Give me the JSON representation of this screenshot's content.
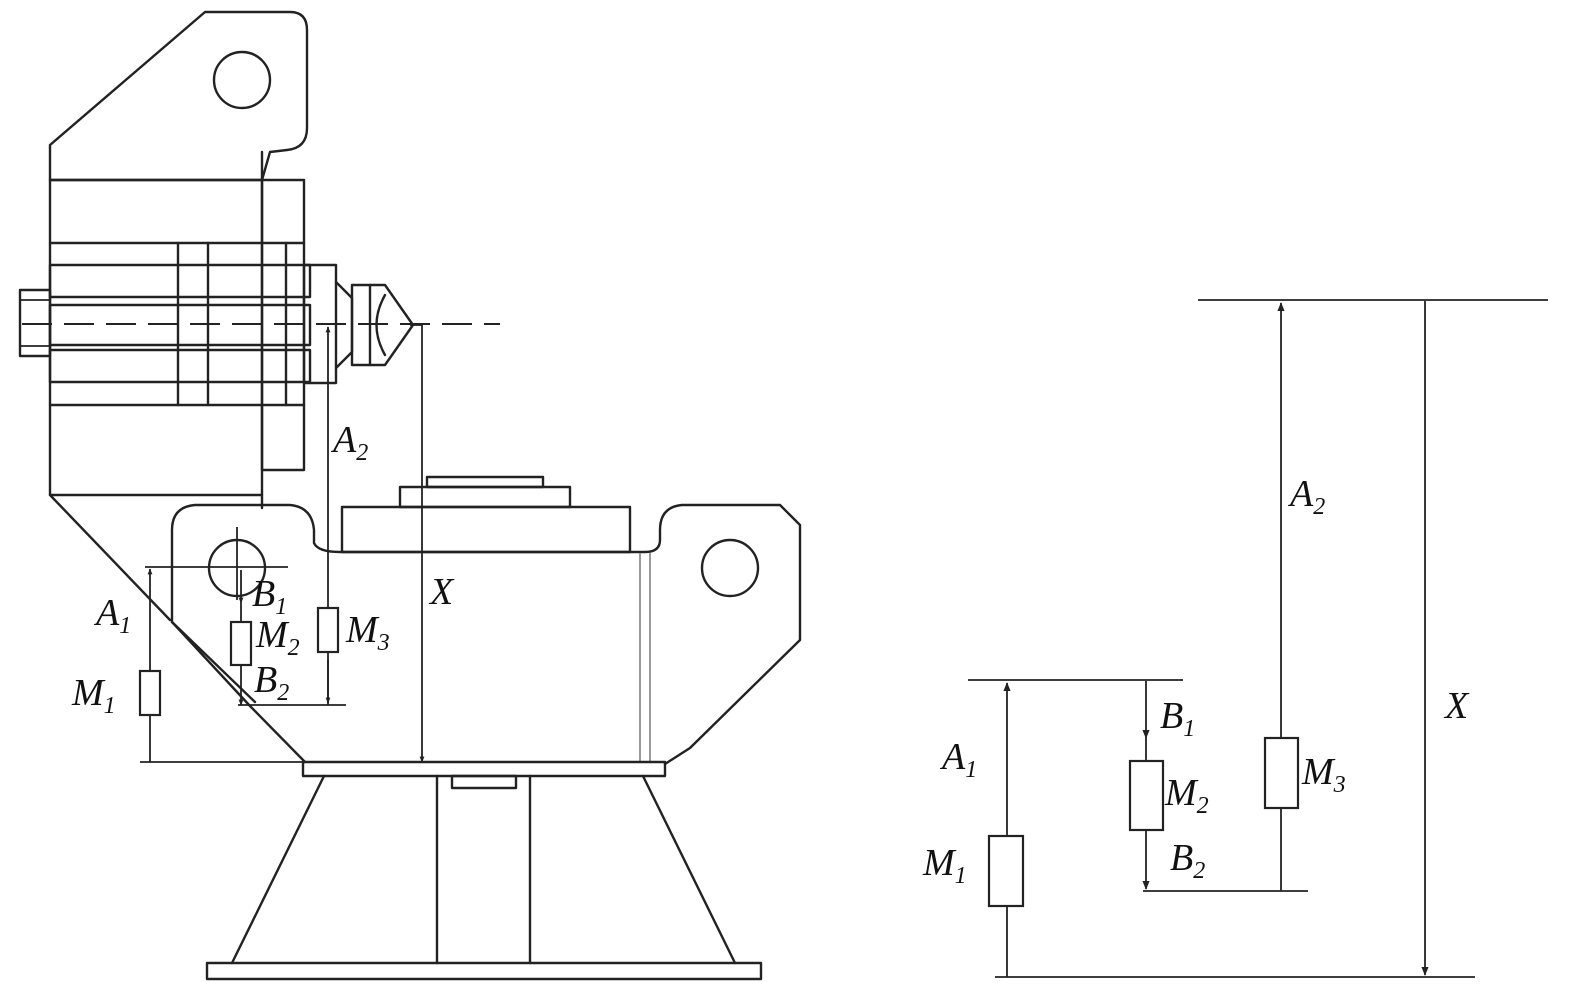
{
  "labels": {
    "A1": {
      "main": "A",
      "sub": "1"
    },
    "A2": {
      "main": "A",
      "sub": "2"
    },
    "B1": {
      "main": "B",
      "sub": "1"
    },
    "B2": {
      "main": "B",
      "sub": "2"
    },
    "M1": {
      "main": "M",
      "sub": "1"
    },
    "M2": {
      "main": "M",
      "sub": "2"
    },
    "M3": {
      "main": "M",
      "sub": "3"
    },
    "X": {
      "main": "X"
    }
  },
  "colors": {
    "line": "#222222",
    "weld": "#9a9a9a",
    "background": "#ffffff"
  }
}
